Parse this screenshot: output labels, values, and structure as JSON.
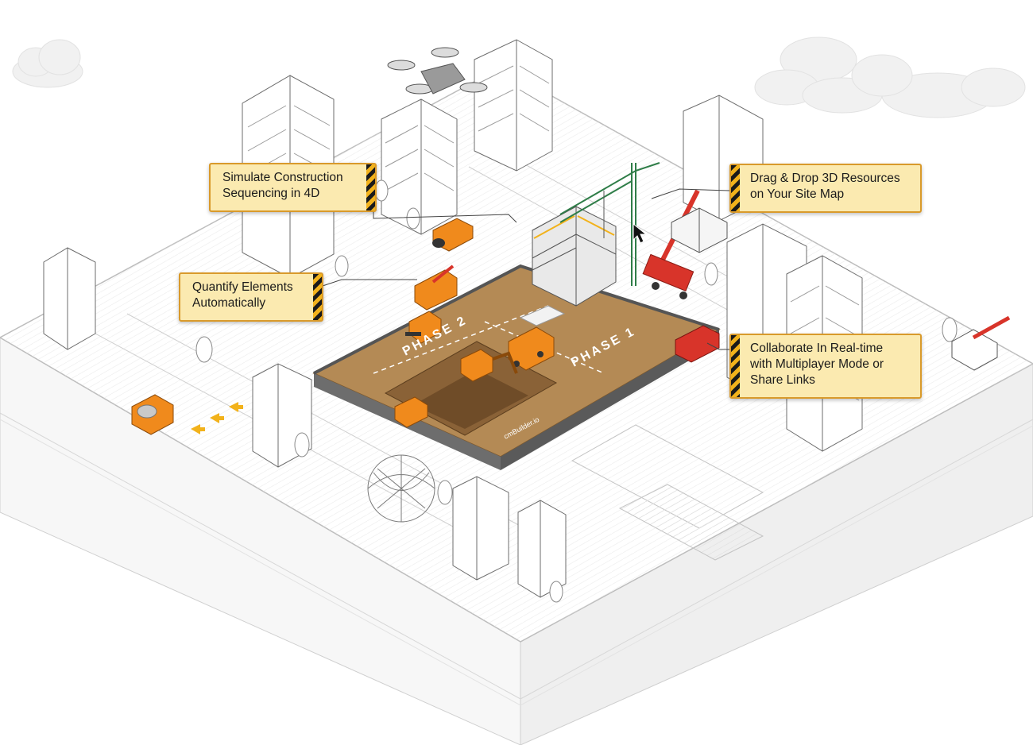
{
  "callouts": {
    "simulate": [
      "Simulate Construction",
      "Sequencing in 4D"
    ],
    "quantify": [
      "Quantify Elements",
      "Automatically"
    ],
    "drag_drop": [
      "Drag & Drop 3D Resources",
      "on Your Site Map"
    ],
    "collaborate": [
      "Collaborate In Real-time",
      "with Multiplayer Mode or",
      "Share Links"
    ]
  },
  "site": {
    "phase_1": "PHASE 1",
    "phase_2": "PHASE 2",
    "brand": "cmBuilder.io"
  },
  "colors": {
    "accent": "#f2b21b",
    "callout_bg": "#fbeab0",
    "callout_border": "#d99a2b",
    "dirt": "#b48a55",
    "machinery": "#f08a1c",
    "crane_red": "#d8342a",
    "crane_green": "#3e9a5a"
  }
}
